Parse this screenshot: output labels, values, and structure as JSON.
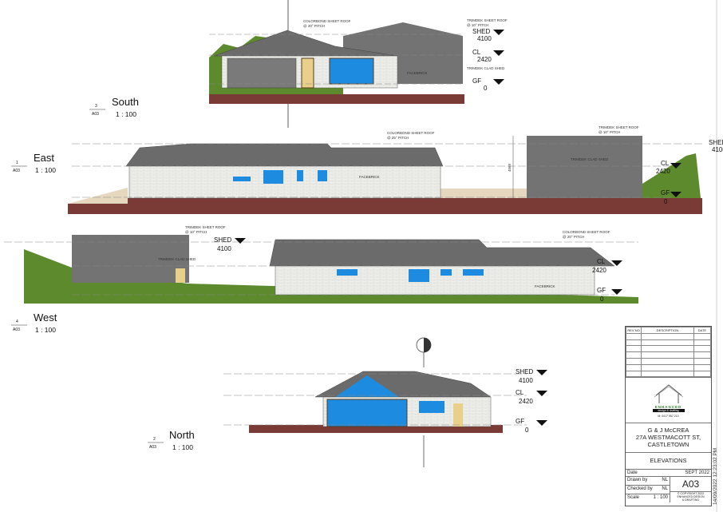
{
  "views": {
    "south": {
      "number": "3",
      "sheet": "A03",
      "title": "South",
      "scale": "1 : 100"
    },
    "east": {
      "number": "1",
      "sheet": "A03",
      "title": "East",
      "scale": "1 : 100"
    },
    "west": {
      "number": "4",
      "sheet": "A03",
      "title": "West",
      "scale": "1 : 100"
    },
    "north": {
      "number": "2",
      "sheet": "A03",
      "title": "North",
      "scale": "1 : 100"
    }
  },
  "levels": {
    "shed": {
      "name": "SHED",
      "value": "4100"
    },
    "cl": {
      "name": "CL",
      "value": "2420"
    },
    "gf": {
      "name": "GF",
      "value": "0"
    }
  },
  "annotations": {
    "colorbond_20": "COLORBOND SHEET ROOF",
    "colorbond_20_pitch": "@ 20° PITCH",
    "colorbond_25_pitch": "@ 25° PITCH",
    "trimdek_roof": "TRIMDEK SHEET ROOF",
    "trimdek_pitch": "@ 10° PITCH",
    "trimdek_shed": "TRIMDEK  CLAD SHED",
    "facebrick": "FACEBRICK",
    "dimension": "4569"
  },
  "title_block": {
    "rev_headers": [
      "REV NO",
      "DESCRIPTION",
      "DATE"
    ],
    "logo_name": "ENHANCED",
    "logo_sub": "design & drafting",
    "logo_phone": "M: 0417 957 213",
    "client": "G & J McCREA",
    "address_1": "27A WESTMACOTT ST,",
    "address_2": "CASTLETOWN",
    "drawing_title": "ELEVATIONS",
    "date_label": "Date",
    "date_value": "SEPT 2022",
    "drawn_label": "Drawn by",
    "drawn_value": "NL",
    "checked_label": "Checked by",
    "checked_value": "NL",
    "scale_label": "Scale",
    "scale_value": "1 : 100",
    "sheet_number": "A03",
    "copyright_1": "© COPYRIGHT 2022",
    "copyright_2": "ENHANCED DESIGN",
    "copyright_3": "& DRAFTING"
  },
  "timestamp": "14/09/2022 12:23:02 PM",
  "colors": {
    "roof": "#6b6b6b",
    "shed": "#737373",
    "brick": "#eeeeea",
    "window": "#1c8be0",
    "grass": "#5c8a2c",
    "soil": "#7a3a36",
    "door": "#e8cf8a"
  }
}
